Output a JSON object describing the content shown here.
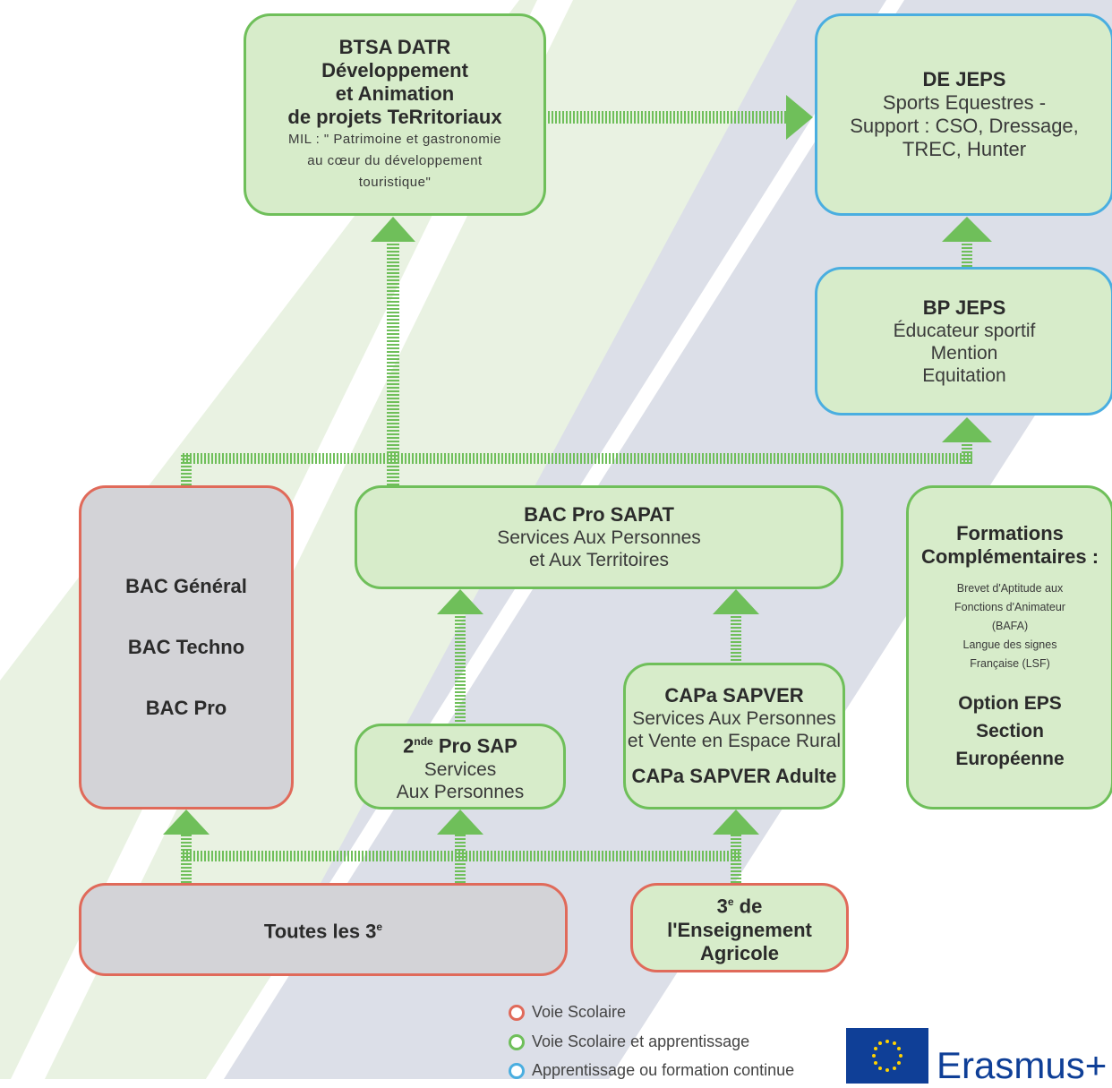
{
  "colors": {
    "voie_scolaire": "#e06a5a",
    "voie_scolaire_apprentissage": "#6fbf5a",
    "apprentissage": "#4aaee0",
    "connector": "#6fbf5a",
    "box_green": "#d7ecca",
    "box_grey": "#d3d3d7"
  },
  "btsa": {
    "line1": "BTSA DATR",
    "line2": "Développement",
    "line3": "et Animation",
    "line4": "de projets TeRritoriaux",
    "sub1": "MIL : \" Patrimoine et gastronomie",
    "sub2": "au cœur du développement",
    "sub3": "touristique\""
  },
  "dejeps": {
    "title": "DE JEPS",
    "line1": "Sports Equestres -",
    "line2": "Support : CSO, Dressage,",
    "line3": "TREC, Hunter"
  },
  "bpjeps": {
    "title": "BP JEPS",
    "line1": "Éducateur sportif",
    "line2": "Mention",
    "line3": "Equitation"
  },
  "bac": {
    "general": "BAC Général",
    "techno": "BAC Techno",
    "pro": "BAC Pro"
  },
  "bacpro_sapat": {
    "title": "BAC Pro SAPAT",
    "line1": "Services Aux Personnes",
    "line2": "et Aux Territoires"
  },
  "formations": {
    "title1": "Formations",
    "title2": "Complémentaires :",
    "l1": "Brevet d'Aptitude aux",
    "l2": "Fonctions d'Animateur",
    "l3": "(BAFA)",
    "l4": "Langue des signes",
    "l5": "Française (LSF)",
    "o1": "Option EPS",
    "o2": "Section",
    "o3": "Européenne"
  },
  "seconde": {
    "num": "2",
    "sup": "nde",
    "title": " Pro SAP",
    "line1": "Services",
    "line2": "Aux Personnes"
  },
  "capa": {
    "title": "CAPa SAPVER",
    "line1": "Services Aux Personnes",
    "line2": "et Vente  en Espace Rural",
    "adult": "CAPa SAPVER Adulte"
  },
  "toutes": {
    "text": "Toutes les 3",
    "sup": "e"
  },
  "troisieme_ea": {
    "num": "3",
    "sup": "e",
    "de": " de",
    "line2": "l'Enseignement",
    "line3": "Agricole"
  },
  "legend": {
    "item1": "Voie Scolaire",
    "item2": "Voie Scolaire et apprentissage",
    "item3": "Apprentissage ou formation continue"
  },
  "erasmus": {
    "text": "Erasmus+"
  }
}
